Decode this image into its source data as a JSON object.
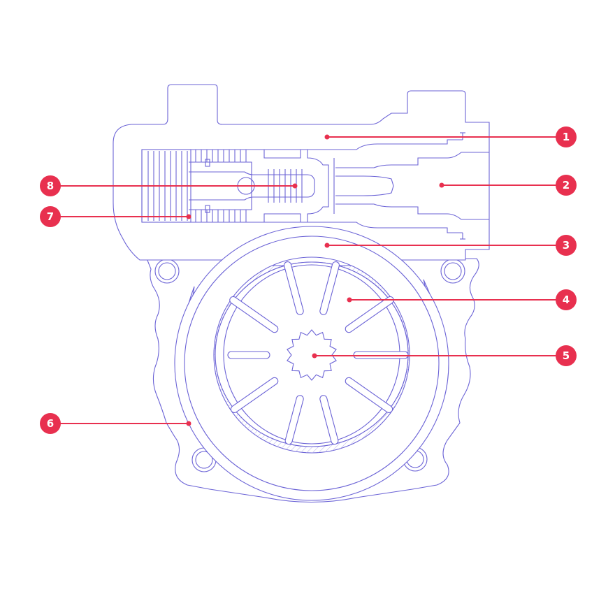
{
  "diagram": {
    "line_color": "#6b63d6",
    "callout_color": "#e8304f",
    "callouts": [
      {
        "number": "1"
      },
      {
        "number": "2"
      },
      {
        "number": "3"
      },
      {
        "number": "4"
      },
      {
        "number": "5"
      },
      {
        "number": "6"
      },
      {
        "number": "7"
      },
      {
        "number": "8"
      }
    ]
  }
}
